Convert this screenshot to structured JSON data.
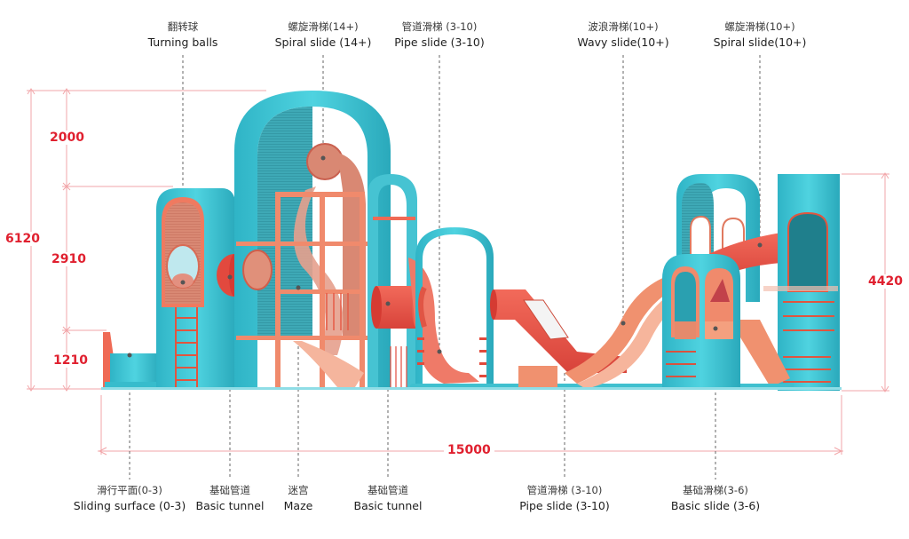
{
  "diagram": {
    "title": "",
    "type": "playground-elevation",
    "colors": {
      "teal": "#3fc6d6",
      "teal_dark": "#1e98a8",
      "coral": "#ef6a55",
      "salmon": "#f08a6c",
      "red": "#e0202f",
      "dim_line": "#f2a5a8",
      "leader": "#555555"
    },
    "top_labels": [
      {
        "zh": "翻转球",
        "en": "Turning balls"
      },
      {
        "zh": "螺旋滑梯(14+)",
        "en": "Spiral slide (14+)"
      },
      {
        "zh": "管道滑梯 (3-10)",
        "en": "Pipe slide (3-10)"
      },
      {
        "zh": "波浪滑梯(10+)",
        "en": "Wavy slide(10+)"
      },
      {
        "zh": "螺旋滑梯(10+)",
        "en": "Spiral slide(10+)"
      }
    ],
    "bottom_labels": [
      {
        "zh": "滑行平面(0-3)",
        "en": "Sliding surface (0-3)"
      },
      {
        "zh": "基础管道",
        "en": "Basic tunnel"
      },
      {
        "zh": "迷宫",
        "en": "Maze"
      },
      {
        "zh": "基础管道",
        "en": "Basic tunnel"
      },
      {
        "zh": "管道滑梯 (3-10)",
        "en": "Pipe slide (3-10)"
      },
      {
        "zh": "基础滑梯(3-6)",
        "en": "Basic slide (3-6)"
      }
    ],
    "dimensions": {
      "total_height": "6120",
      "upper": "2000",
      "middle": "2910",
      "lower": "1210",
      "right_height": "4420",
      "total_width": "15000"
    }
  }
}
